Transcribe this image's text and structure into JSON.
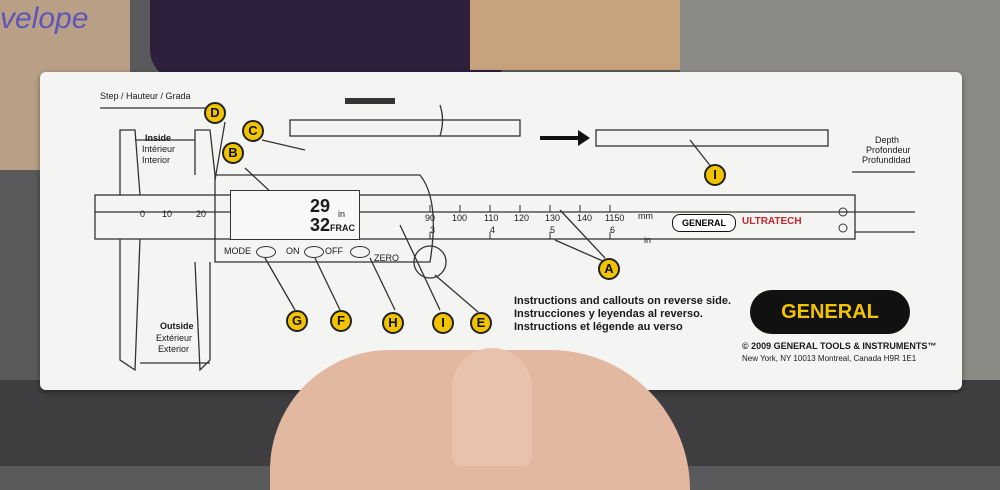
{
  "background": {
    "word": "velope"
  },
  "card": {
    "top_labels": {
      "step": "Step / Hauteur / Grada",
      "inside_1": "Inside",
      "inside_2": "Intérieur",
      "inside_3": "Interior",
      "depth_1": "Depth",
      "depth_2": "Profondeur",
      "depth_3": "Profundidad",
      "outside_1": "Outside",
      "outside_2": "Extérieur",
      "outside_3": "Exterior"
    },
    "display": {
      "numerator": "29",
      "denominator": "32",
      "unit": "in",
      "mode": "FRAC"
    },
    "buttons": {
      "mode": "MODE",
      "on": "ON",
      "off": "OFF",
      "zero": "ZERO"
    },
    "scale": {
      "jaw_ticks": [
        "0",
        "10",
        "20"
      ],
      "main_ticks": [
        "90",
        "100",
        "110",
        "120",
        "130",
        "140",
        "1150"
      ],
      "mm": "mm",
      "inch_ticks": [
        "3",
        "4",
        "5",
        "6"
      ],
      "in": "in"
    },
    "callouts": [
      "A",
      "B",
      "C",
      "D",
      "E",
      "F",
      "G",
      "H",
      "I",
      "I"
    ],
    "instructions": [
      "Instructions and callouts on reverse side.",
      "Instrucciones y leyendas al reverso.",
      "Instructions et légende au verso"
    ],
    "brand": {
      "small_logo": "GENERAL",
      "ultra": "ULTRATECH",
      "big_logo": "GENERAL",
      "copyright": "© 2009 GENERAL TOOLS & INSTRUMENTS™",
      "address": "New York, NY 10013   Montreal, Canada H9R 1E1"
    },
    "colors": {
      "callout": "#f2c400",
      "logo_bg": "#111111",
      "ultra": "#c2262e"
    }
  }
}
